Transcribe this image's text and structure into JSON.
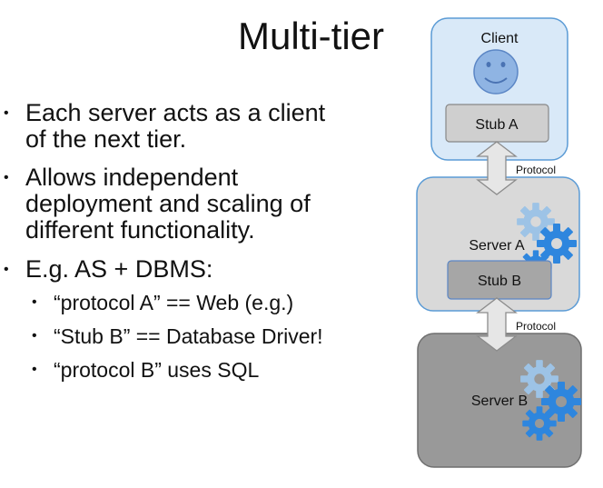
{
  "slide": {
    "title": "Multi-tier",
    "bullet_symbol": "•",
    "bullets": [
      {
        "line1": "Each server acts as a client",
        "line2": "of the next tier."
      },
      {
        "line1": "Allows independent",
        "line2": "deployment and scaling of",
        "line3": "different functionality."
      },
      {
        "line1": "E.g. AS + DBMS:"
      }
    ],
    "sub_bullets": [
      "“protocol A” == Web (e.g.)",
      "“Stub B” == Database Driver!",
      "“protocol B” uses SQL"
    ]
  },
  "diagram": {
    "client_label": "Client",
    "stub_a_label": "Stub A",
    "protocol_label_1": "Protocol",
    "server_a_label": "Server A",
    "stub_b_label": "Stub B",
    "protocol_label_2": "Protocol",
    "server_b_label": "Server B",
    "colors": {
      "client_fill": "#d9e9f8",
      "client_border": "#5b9bd5",
      "server_a_fill": "#d9d9d9",
      "server_b_fill": "#999999",
      "stub_a_fill": "#cfcfcf",
      "stub_b_fill": "#a6a6a6",
      "face": "#8fb4e3",
      "gear_light": "#9dc3e6",
      "gear_blue": "#2e86de"
    }
  }
}
